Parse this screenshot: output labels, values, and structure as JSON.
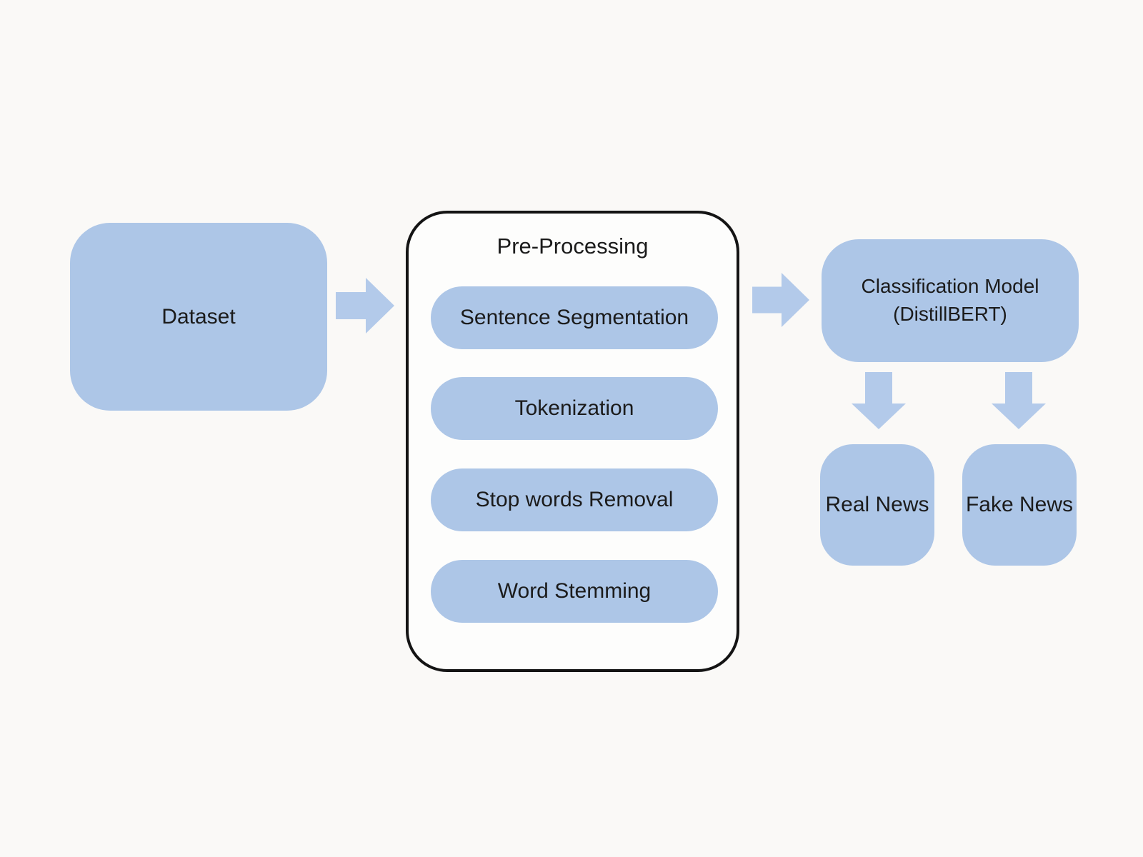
{
  "colors": {
    "background": "#faf9f7",
    "surface": "#fdfdfc",
    "node_fill": "#adc6e7",
    "arrow_fill": "#b3caea",
    "container_border": "#141414",
    "text": "#1b1b1b"
  },
  "diagram": {
    "dataset": {
      "label": "Dataset"
    },
    "preprocessing": {
      "title": "Pre-Processing",
      "steps": [
        "Sentence Segmentation",
        "Tokenization",
        "Stop words Removal",
        "Word Stemming"
      ]
    },
    "classifier": {
      "line1": "Classification Model",
      "line2": "(DistillBERT)"
    },
    "outputs": [
      {
        "label": "Real News"
      },
      {
        "label": "Fake News"
      }
    ],
    "icons": {
      "flow": [
        "block-arrow-right",
        "block-arrow-right",
        "block-arrow-down",
        "block-arrow-down"
      ]
    }
  }
}
